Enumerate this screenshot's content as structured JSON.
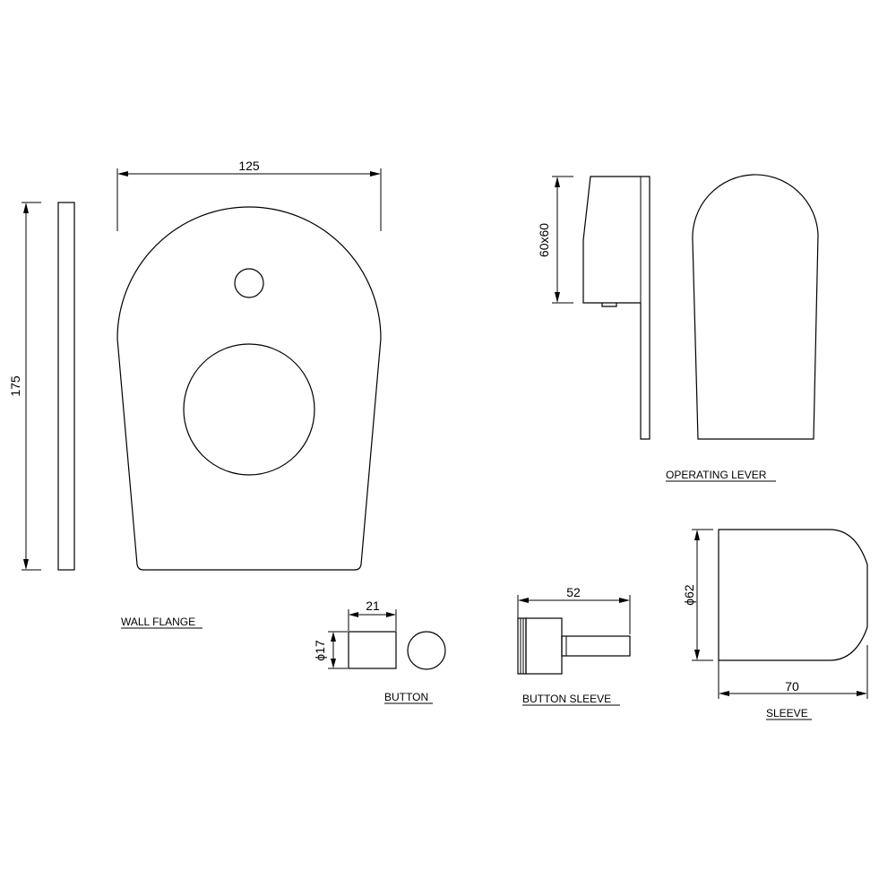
{
  "dimensions": {
    "flange_width": "125",
    "flange_height": "175",
    "lever_size": "60x60",
    "button_width": "21",
    "button_diameter": "ϕ17",
    "button_sleeve_length": "52",
    "sleeve_diameter": "ϕ62",
    "sleeve_length": "70"
  },
  "labels": {
    "wall_flange": "WALL FLANGE",
    "button": "BUTTON",
    "button_sleeve": "BUTTON SLEEVE",
    "operating_lever": "OPERATING LEVER",
    "sleeve": "SLEEVE"
  }
}
